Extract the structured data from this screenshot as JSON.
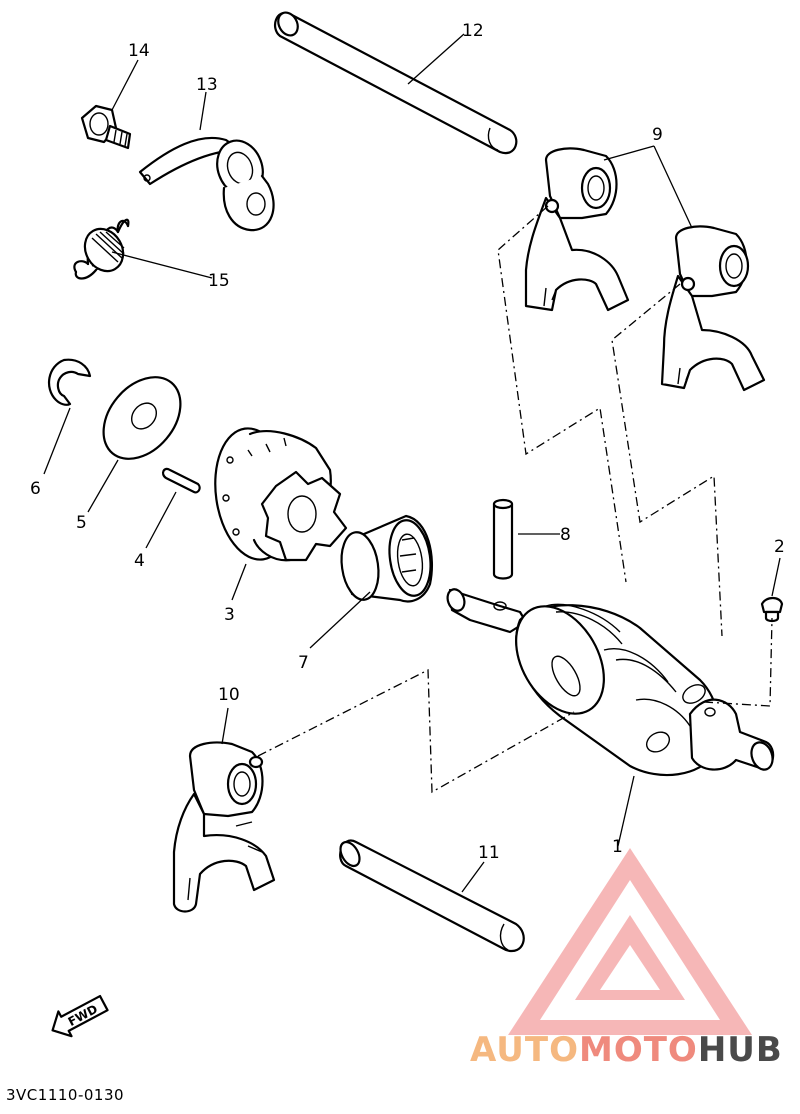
{
  "diagram": {
    "code": "3VC1110-0130",
    "fwd_label": "FWD",
    "callouts": {
      "c1": "1",
      "c2": "2",
      "c3": "3",
      "c4": "4",
      "c5": "5",
      "c6": "6",
      "c7": "7",
      "c8": "8",
      "c9": "9",
      "c10": "10",
      "c11": "11",
      "c12": "12",
      "c13": "13",
      "c14": "14",
      "c15": "15"
    }
  },
  "watermark": {
    "part1": "AUTO",
    "part2": "MOTO",
    "part3": "HUB",
    "color1": "#f5b880",
    "color2": "#ef8a7d",
    "color3": "#4a4a4a",
    "logo_color": "#f4a0a0"
  }
}
